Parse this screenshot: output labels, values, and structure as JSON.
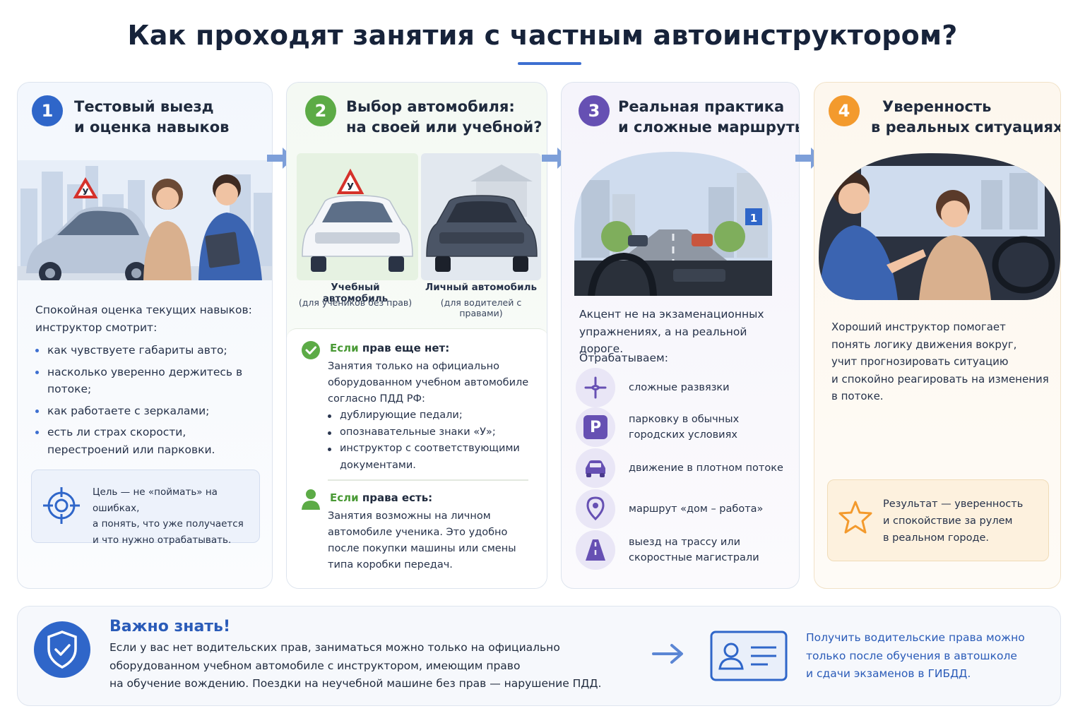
{
  "title": "Как проходят занятия с частным автоинструктором?",
  "colors": {
    "accent": "#2f66c9",
    "green": "#5cab46",
    "purple": "#6650b3",
    "orange": "#f39a2d"
  },
  "steps": [
    {
      "number": "1",
      "title_line1": "Тестовый выезд",
      "title_line2": "и оценка навыков",
      "intro_line1": "Спокойная оценка текущих навыков:",
      "intro_line2": "инструктор смотрит:",
      "bullets": [
        "как чувствуете габариты авто;",
        "насколько уверенно держитесь в потоке;",
        "как работаете с зеркалами;",
        "есть ли страх скорости, перестроений или парковки."
      ],
      "goal_icon": "target-icon",
      "goal_lines": [
        "Цель — не «поймать» на ошибках,",
        "а понять, что уже получается",
        "и что нужно отрабатывать."
      ]
    },
    {
      "number": "2",
      "title_line1": "Выбор автомобиля:",
      "title_line2": "на своей или учебной?",
      "car_training_label": "Учебный автомобиль",
      "car_training_sub": "(для учеников без прав)",
      "car_personal_label": "Личный автомобиль",
      "car_personal_sub": "(для водителей с правами)",
      "sign_letter": "У",
      "no_license_head_colored": "Если",
      "no_license_head_rest": "прав еще нет:",
      "no_license_lines": [
        "Занятия только на официально",
        "оборудованном учебном автомобиле",
        "согласно ПДД РФ:"
      ],
      "no_license_bullets": [
        "дублирующие педали;",
        "опознавательные знаки «У»;",
        "инструктор с соответствующими документами."
      ],
      "license_head_colored": "Если",
      "license_head_rest": "права есть:",
      "license_lines": [
        "Занятия возможны на личном",
        "автомобиле ученика. Это удобно",
        "после покупки машины или смены",
        "типа коробки передач."
      ]
    },
    {
      "number": "3",
      "title_line1": "Реальная практика",
      "title_line2": "и сложные маршруты",
      "road_sign": "1",
      "intro_line1": "Акцент не на экзаменационных",
      "intro_line2": "упражнениях, а на реальной дороге.",
      "practice_head": "Отрабатываем:",
      "practice": [
        {
          "icon": "interchange-icon",
          "line1": "сложные развязки",
          "line2": ""
        },
        {
          "icon": "parking-icon",
          "glyph": "P",
          "line1": "парковку в обычных",
          "line2": "городских условиях"
        },
        {
          "icon": "car-icon",
          "line1": "движение в плотном потоке",
          "line2": ""
        },
        {
          "icon": "location-pin-icon",
          "line1": "маршрут «дом – работа»",
          "line2": ""
        },
        {
          "icon": "highway-icon",
          "line1": "выезд на трассу или",
          "line2": "скоростные магистрали"
        }
      ]
    },
    {
      "number": "4",
      "title_line1": "Уверенность",
      "title_line2": "в реальных ситуациях",
      "text_lines": [
        "Хороший инструктор помогает",
        "понять логику движения вокруг,",
        "учит прогнозировать ситуацию",
        "и спокойно реагировать на изменения",
        "в потоке."
      ],
      "result_icon": "star-icon",
      "result_lines": [
        "Результат — уверенность",
        "и спокойствие за рулем",
        "в реальном городе."
      ]
    }
  ],
  "important": {
    "title": "Важно знать!",
    "lines": [
      "Если у вас нет водительских прав, заниматься можно только на официально",
      "оборудованном учебном автомобиле с инструктором, имеющим право",
      "на обучение вождению. Поездки на неучебной машине без прав — нарушение ПДД."
    ],
    "right_lines": [
      "Получить водительские права можно",
      "только после обучения в автошколе",
      "и сдачи экзаменов в ГИБДД."
    ]
  }
}
